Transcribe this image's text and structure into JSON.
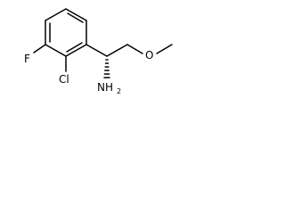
{
  "molecule": {
    "atoms": {
      "fluorine": "F",
      "chlorine": "Cl",
      "amine": "NH",
      "amine_subscript": "2",
      "oxygen": "O"
    },
    "stereo": "wedge-hashed"
  }
}
